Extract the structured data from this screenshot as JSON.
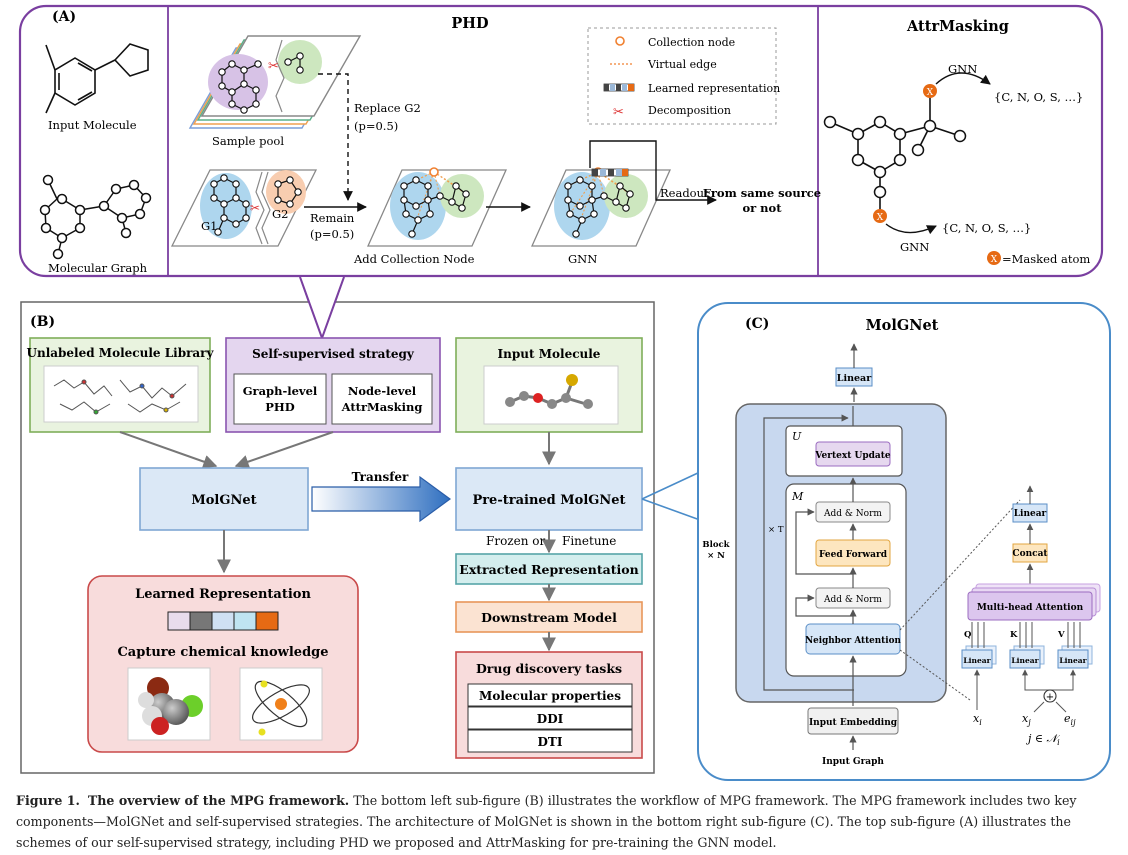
{
  "panelA": {
    "label": "(A)",
    "left": {
      "input_molecule": "Input Molecule",
      "molecular_graph": "Molecular Graph"
    },
    "phd": {
      "title": "PHD",
      "sample_pool": "Sample pool",
      "replace": "Replace G2",
      "replace_p": "(p=0.5)",
      "remain": "Remain",
      "remain_p": "(p=0.5)",
      "g1": "G1",
      "g2": "G2",
      "add_collection": "Add Collection Node",
      "gnn": "GNN",
      "readout": "Readout",
      "from_same_1": "From same source",
      "from_same_2": "or not",
      "legend": [
        "Collection node",
        "Virtual edge",
        "Learned representation",
        "Decomposition"
      ]
    },
    "attr": {
      "title": "AttrMasking",
      "gnn": "GNN",
      "set": "{C, N, O, S, …}",
      "x": "X",
      "masked": "=Masked atom"
    }
  },
  "panelB": {
    "label": "(B)",
    "unlabeled": "Unlabeled Molecule Library",
    "ssl": "Self-supervised strategy",
    "graph_level_1": "Graph-level",
    "graph_level_2": "PHD",
    "node_level_1": "Node-level",
    "node_level_2": "AttrMasking",
    "input_molecule": "Input Molecule",
    "molgnet": "MolGNet",
    "transfer": "Transfer",
    "pretrained": "Pre-trained MolGNet",
    "frozen": "Frozen or",
    "finetune": "Finetune",
    "learned_repr": "Learned Representation",
    "capture": "Capture chemical knowledge",
    "extracted": "Extracted Representation",
    "downstream": "Downstream Model",
    "drug_tasks": "Drug discovery tasks",
    "tasks": [
      "Molecular properties",
      "DDI",
      "DTI"
    ],
    "repr_colors": [
      "#e8dcec",
      "#777777",
      "#cfe0f3",
      "#bfe4f2",
      "#e66a14"
    ]
  },
  "panelC": {
    "label": "(C)",
    "title": "MolGNet",
    "linear": "Linear",
    "u": "U",
    "vertex_update": "Vertext Update",
    "m": "M",
    "add_norm": "Add & Norm",
    "feed_forward": "Feed Forward",
    "neighbor_attention": "Neighbor  Attention",
    "input_embedding": "Input Embedding",
    "input_graph": "Input Graph",
    "block": "Block",
    "block_n": "× N",
    "times_t": "× T",
    "concat": "Concat",
    "mha": "Multi-head Attention",
    "q": "Q",
    "k": "K",
    "v": "V",
    "xi": "x",
    "xi_sub": "i",
    "xj": "x",
    "xj_sub": "j",
    "eij": "e",
    "eij_sub": "ij",
    "j_in": "j ∈ 𝒩",
    "j_in_sub": "i"
  },
  "caption": {
    "label": "Figure 1.",
    "bold": "The overview of the MPG framework.",
    "text": "The bottom left sub-figure (B) illustrates the workflow of MPG framework. The MPG framework includes two key components—MolGNet and self-supervised strategies. The architecture of MolGNet is shown in the bottom right sub-figure (C). The top sub-figure (A) illustrates the schemes of our self-supervised strategy, including PHD we proposed and AttrMasking for pre-training the GNN model."
  }
}
